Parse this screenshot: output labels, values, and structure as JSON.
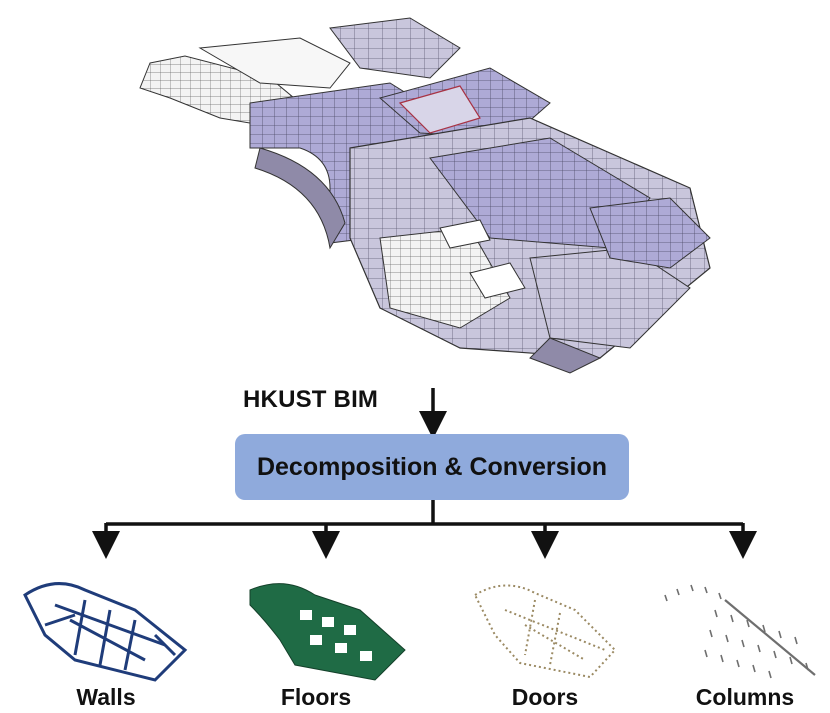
{
  "source_label": "HKUST BIM",
  "process": {
    "label": "Decomposition & Conversion",
    "color": "#8faadc"
  },
  "components": [
    {
      "label": "Walls",
      "color": "#1f3c7a",
      "icon": "walls-model"
    },
    {
      "label": "Floors",
      "color": "#1f6b45",
      "icon": "floors-model"
    },
    {
      "label": "Doors",
      "color": "#9b8a63",
      "icon": "doors-model"
    },
    {
      "label": "Columns",
      "color": "#7a7a7a",
      "icon": "columns-model"
    }
  ]
}
